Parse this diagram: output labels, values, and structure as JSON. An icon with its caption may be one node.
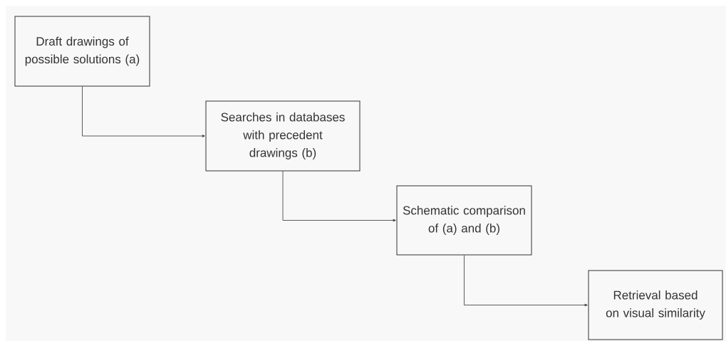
{
  "diagram": {
    "nodes": [
      {
        "text": [
          "Draft drawings of possible solutions (a)"
        ]
      },
      {
        "text": [
          "Searches in databases with precedent drawings (b)"
        ]
      },
      {
        "text": [
          "Schematic comparison of (a) and (b)"
        ]
      },
      {
        "text": [
          "Retrieval based on visual similarity"
        ]
      }
    ],
    "edges": [
      {
        "from": 0,
        "to": 1,
        "arrow": "to"
      },
      {
        "from": 1,
        "to": 2,
        "arrow": "to"
      },
      {
        "from": 2,
        "to": 3,
        "arrow": "to"
      }
    ]
  }
}
